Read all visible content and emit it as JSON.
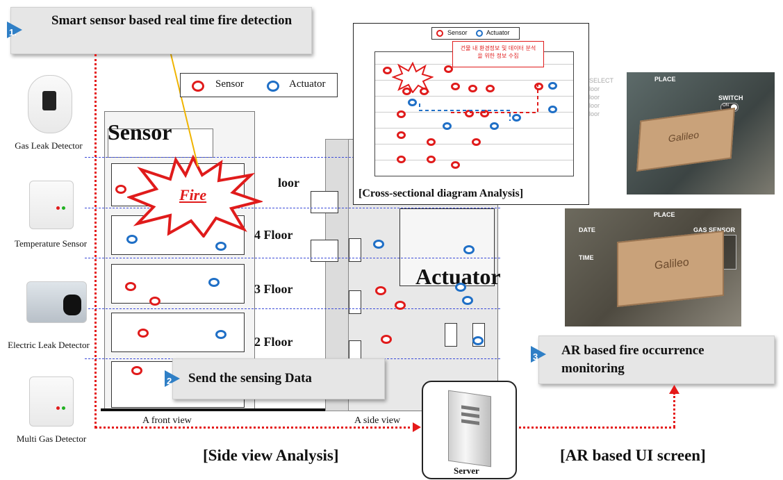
{
  "steps": [
    {
      "number": "1.",
      "text": "Smart sensor based real time fire detection"
    },
    {
      "number": "2",
      "text": "Send the sensing Data"
    },
    {
      "number": "3",
      "text": "AR based fire occurrence monitoring"
    }
  ],
  "legend": {
    "sensor": "Sensor",
    "actuator": "Actuator"
  },
  "devices": [
    "Gas Leak Detector",
    "Temperature Sensor",
    "Electric Leak Detector",
    "Multi Gas Detector"
  ],
  "building": {
    "sensor_heading": "Sensor",
    "actuator_heading": "Actuator",
    "fire_label": "Fire",
    "floors": [
      "loor",
      "4 Floor",
      "3 Floor",
      "2 Floor"
    ],
    "front_view": "A front view",
    "side_view": "A side view"
  },
  "floorplan": {
    "legend_sensor": "Sensor",
    "legend_actuator": "Actuator",
    "note_line1": "건물 내 환경정보 및 데이터 분석",
    "note_line2": "을 위한 정보 수집",
    "caption": "[Cross-sectional diagram Analysis]"
  },
  "ar_screens": {
    "top": {
      "place": "PLACE",
      "switch": "SWITCH",
      "toggle": "ON",
      "brand": "Galileo"
    },
    "bottom": {
      "place": "PLACE",
      "date": "DATE",
      "time": "TIME",
      "gas_sensor": "GAS SENSOR",
      "brand": "Galileo"
    },
    "select_text": "SELECT",
    "floor_items": [
      "loor",
      "loor",
      "loor",
      "loor"
    ]
  },
  "server_label": "Server",
  "captions": {
    "side_view": "[Side view Analysis]",
    "ar_ui": "[AR based UI screen]"
  },
  "colors": {
    "sensor": "#e01b1b",
    "actuator": "#1f6fc6",
    "step_marker": "#2f7fc6",
    "flow": "#e51a1a"
  }
}
